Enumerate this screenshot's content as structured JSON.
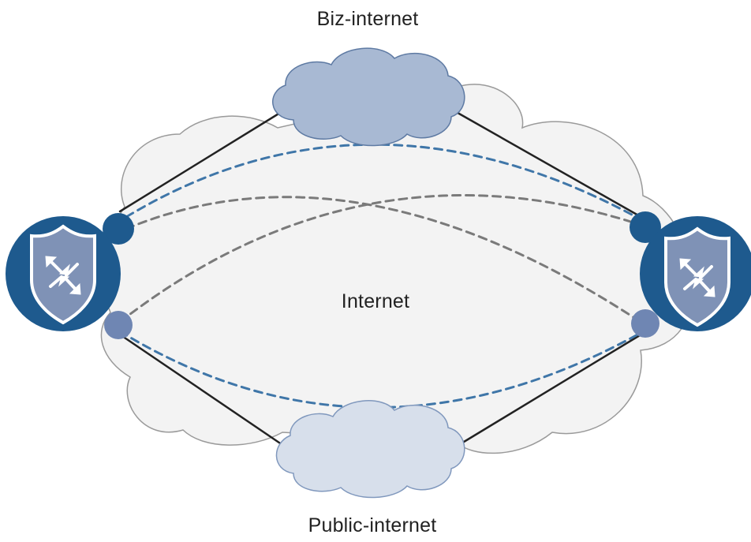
{
  "labels": {
    "top_cloud": "Biz-internet",
    "center_cloud": "Internet",
    "bottom_cloud": "Public-internet"
  },
  "colors": {
    "big_cloud_fill": "#f3f3f3",
    "big_cloud_stroke": "#9a9a9a",
    "biz_cloud_fill": "#a8b9d3",
    "biz_cloud_stroke": "#5e7aa3",
    "public_cloud_fill": "#d7dfeb",
    "public_cloud_stroke": "#8098bd",
    "router_circle": "#1e5a8e",
    "router_shield": "#7f92b6",
    "biz_endpoint": "#1e5a8e",
    "public_endpoint": "#6f86b3",
    "solid_link": "#222222",
    "blue_dashed_link": "#3f76a8",
    "gray_dashed_link": "#7a7a7a"
  },
  "icons": {
    "left_router": "router-shield-icon",
    "right_router": "router-shield-icon"
  }
}
